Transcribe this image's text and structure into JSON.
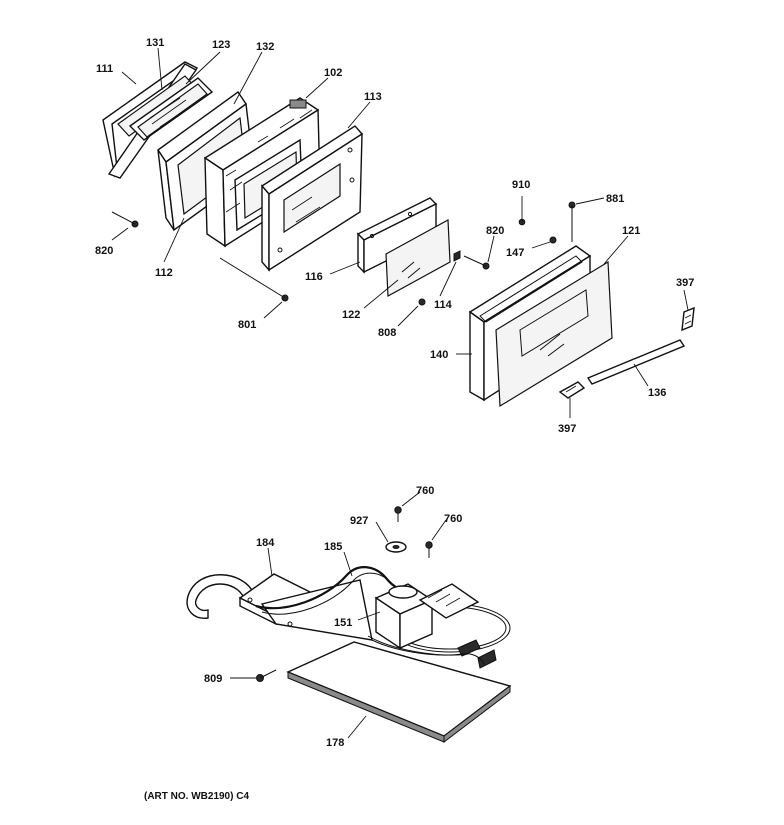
{
  "callouts": {
    "c111": "111",
    "c131": "131",
    "c123": "123",
    "c132": "132",
    "c102": "102",
    "c113": "113",
    "c820a": "820",
    "c112": "112",
    "c116": "116",
    "c801": "801",
    "c122": "122",
    "c808": "808",
    "c114": "114",
    "c820b": "820",
    "c910": "910",
    "c881": "881",
    "c147": "147",
    "c121": "121",
    "c397a": "397",
    "c140": "140",
    "c136": "136",
    "c397b": "397",
    "c760a": "760",
    "c927": "927",
    "c760b": "760",
    "c184": "184",
    "c185": "185",
    "c151": "151",
    "c809": "809",
    "c178": "178"
  },
  "caption": "(ART NO. WB2190) C4"
}
